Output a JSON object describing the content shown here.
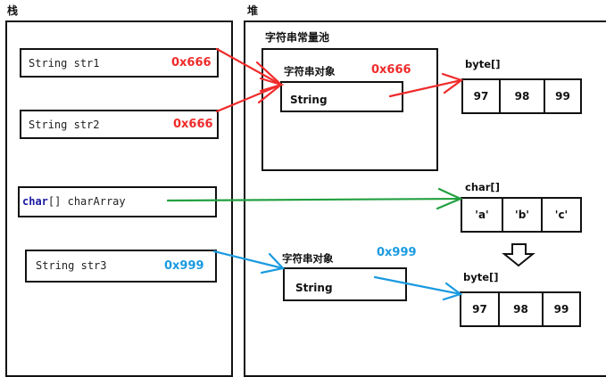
{
  "stack": {
    "title": "栈",
    "vars": [
      {
        "type": "String",
        "name": "str1",
        "address": "0x666"
      },
      {
        "type": "String",
        "name": "str2",
        "address": "0x666"
      },
      {
        "type_keyword": "char",
        "type_suffix": "[]",
        "name": "charArray"
      },
      {
        "type": "String",
        "name": "str3",
        "address": "0x999"
      }
    ]
  },
  "heap": {
    "title": "堆",
    "pool": {
      "title": "字符串常量池",
      "object_label": "字符串对象",
      "object_address": "0x666",
      "object_class": "String"
    },
    "byte_array_1": {
      "label": "byte[]",
      "values": [
        "97",
        "98",
        "99"
      ]
    },
    "char_array": {
      "label": "char[]",
      "values": [
        "'a'",
        "'b'",
        "'c'"
      ]
    },
    "byte_array_2": {
      "label": "byte[]",
      "values": [
        "97",
        "98",
        "99"
      ]
    },
    "object2": {
      "label": "字符串对象",
      "address": "0x999",
      "class": "String"
    }
  },
  "colors": {
    "red": "#ef2b2b",
    "green": "#22a040",
    "blue": "#1a9ae0"
  }
}
